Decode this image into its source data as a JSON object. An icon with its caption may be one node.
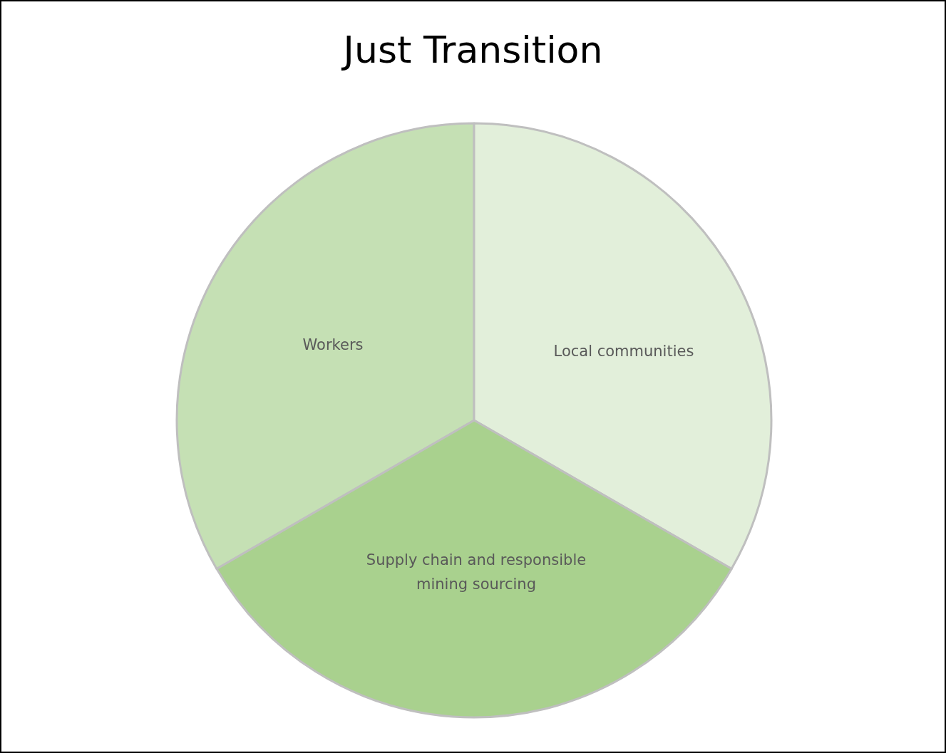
{
  "diagram": {
    "title": "Just Transition",
    "nodes": [
      {
        "text": [
          "Workers"
        ]
      },
      {
        "text": [
          "Local communities"
        ]
      },
      {
        "text": [
          "Supply chain and responsible mining sourcing"
        ]
      }
    ]
  }
}
